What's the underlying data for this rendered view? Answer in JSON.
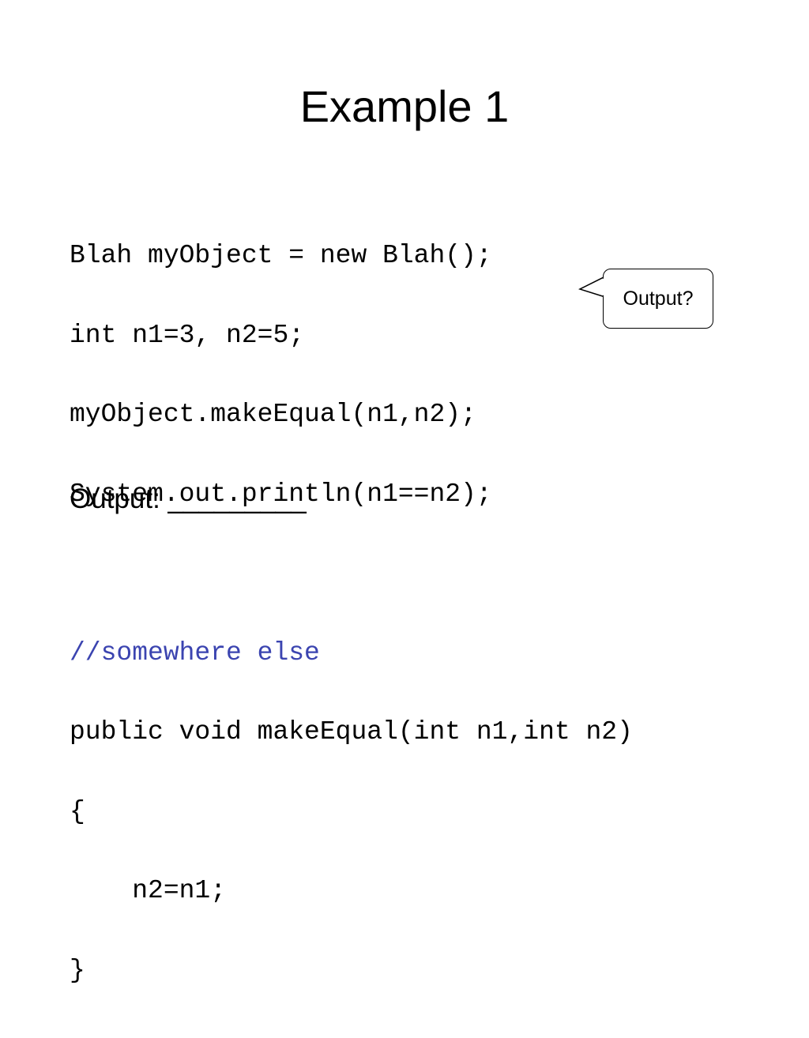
{
  "slide": {
    "title": "Example 1",
    "code_lines": [
      "Blah myObject = new Blah();",
      "int n1=3, n2=5;",
      "myObject.makeEqual(n1,n2);",
      "System.out.println(n1==n2);",
      "",
      "//somewhere else",
      "public void makeEqual(int n1,int n2)",
      "{",
      "    n2=n1;",
      "}"
    ],
    "callout_text": "Output?",
    "output_label": "Output:",
    "output_blank": "_________",
    "comment_color": "#3b44b0"
  }
}
